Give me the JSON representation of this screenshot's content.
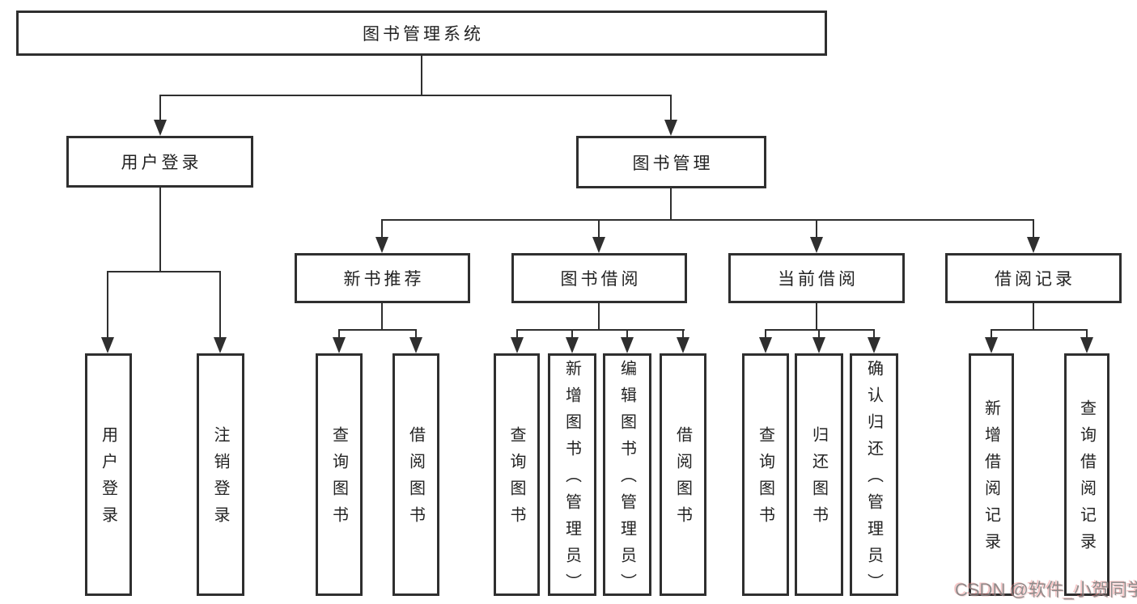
{
  "title": {
    "root": "图书管理系统"
  },
  "level2": {
    "user_login": "用户登录",
    "book_mgmt": "图书管理"
  },
  "level3": {
    "new_book": "新书推荐",
    "borrow": "图书借阅",
    "current": "当前借阅",
    "records": "借阅记录"
  },
  "leaves": {
    "user_login": [
      "用户登录",
      "注销登录"
    ],
    "new_book": [
      "查询图书",
      "借阅图书"
    ],
    "borrow": [
      "查询图书",
      "新增图书（管理员）",
      "编辑图书（管理员）",
      "借阅图书"
    ],
    "current": [
      "查询图书",
      "归还图书",
      "确认归还（管理员）"
    ],
    "records": [
      "新增借阅记录",
      "查询借阅记录"
    ]
  },
  "watermark": {
    "text": "CSDN @软件_小贺同学"
  },
  "colors": {
    "background": "#ffffff",
    "line": "#2f2f2f",
    "text": "#232323",
    "watermark_gray": "#7d7d7d",
    "watermark_shadow": "#eb8282"
  }
}
